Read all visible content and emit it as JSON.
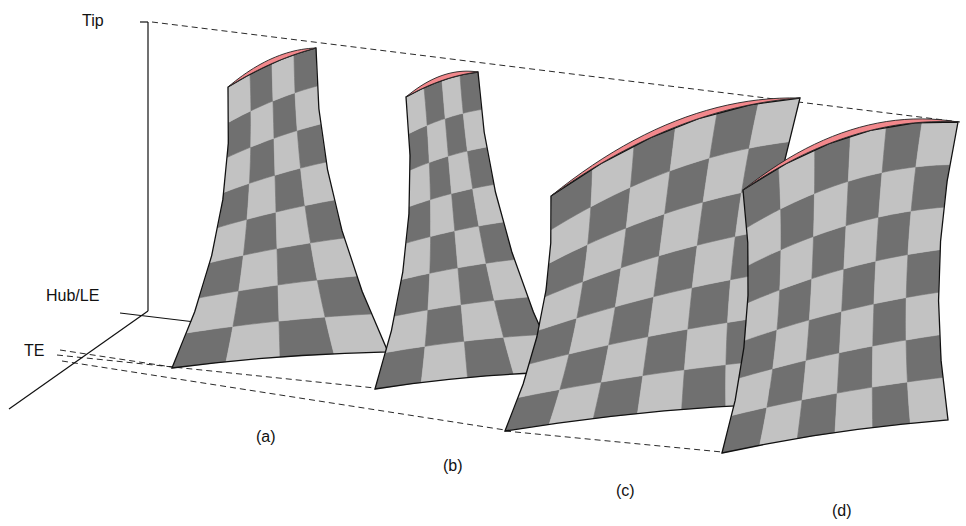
{
  "diagram": {
    "labels": [
      "Tip",
      "Hub/LE",
      "TE",
      "(a)",
      "(b)",
      "(c)",
      "(d)"
    ]
  }
}
